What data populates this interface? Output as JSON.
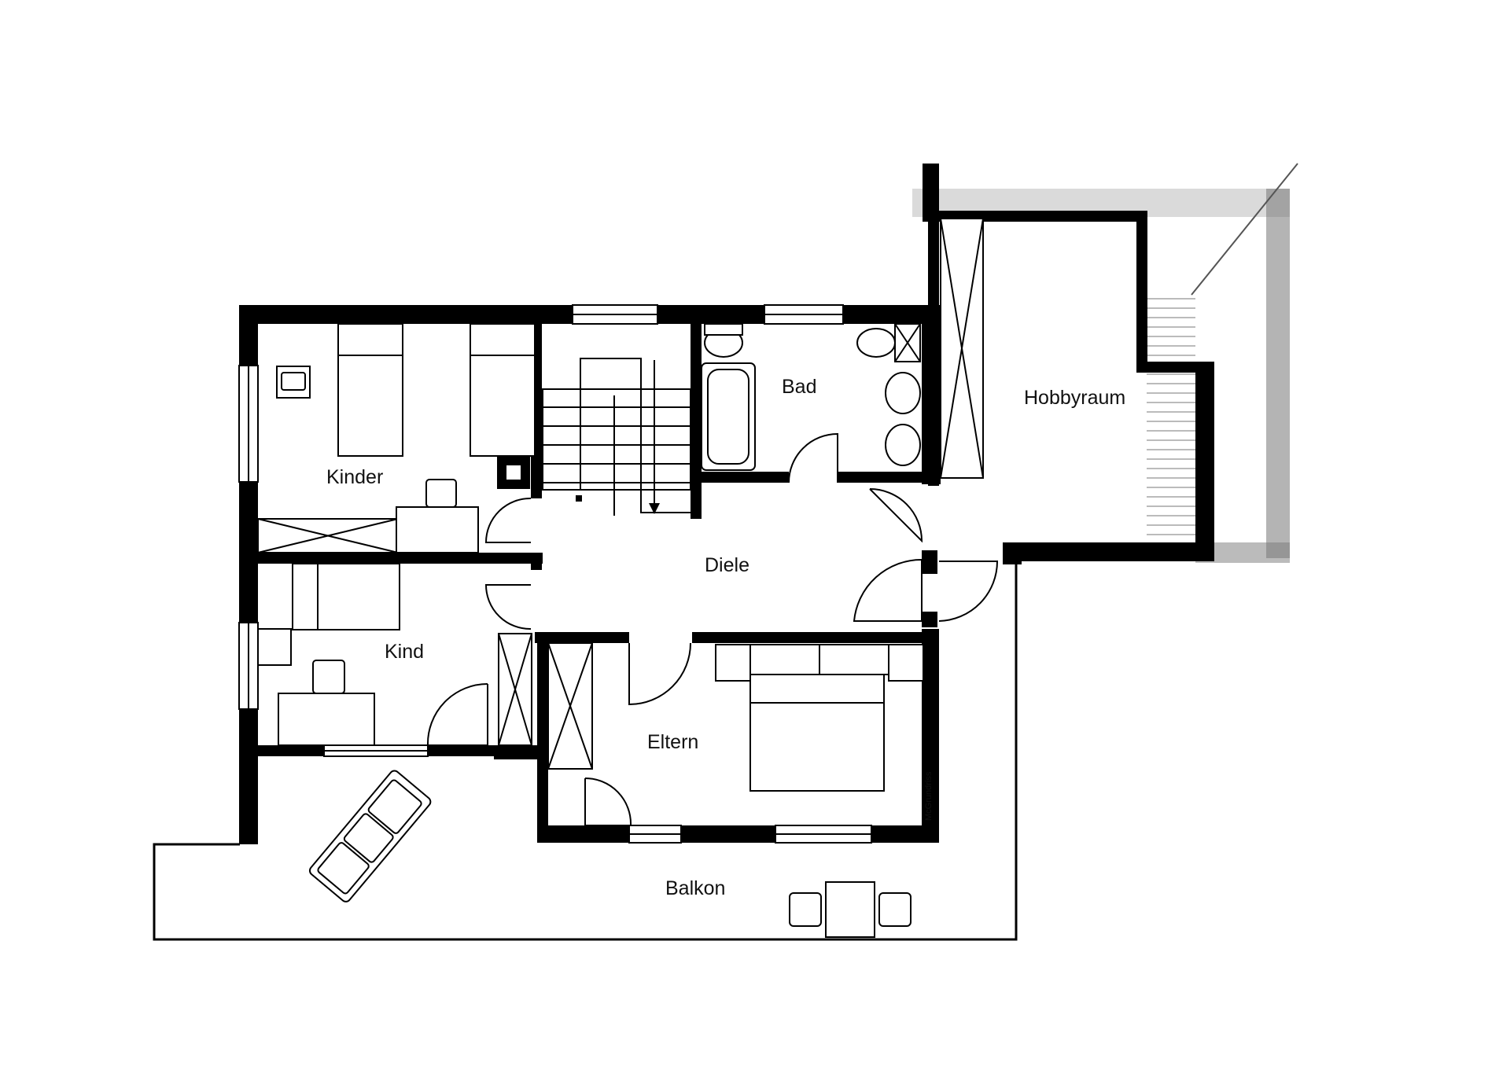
{
  "rooms": {
    "kinder": "Kinder",
    "kind": "Kind",
    "diele": "Diele",
    "bad": "Bad",
    "hobbyraum": "Hobbyraum",
    "eltern": "Eltern",
    "balkon": "Balkon"
  },
  "credit": "McGrundriss",
  "colors": {
    "wall": "#000000",
    "background": "#ffffff",
    "roof_hatch": "#9a9a9a"
  }
}
